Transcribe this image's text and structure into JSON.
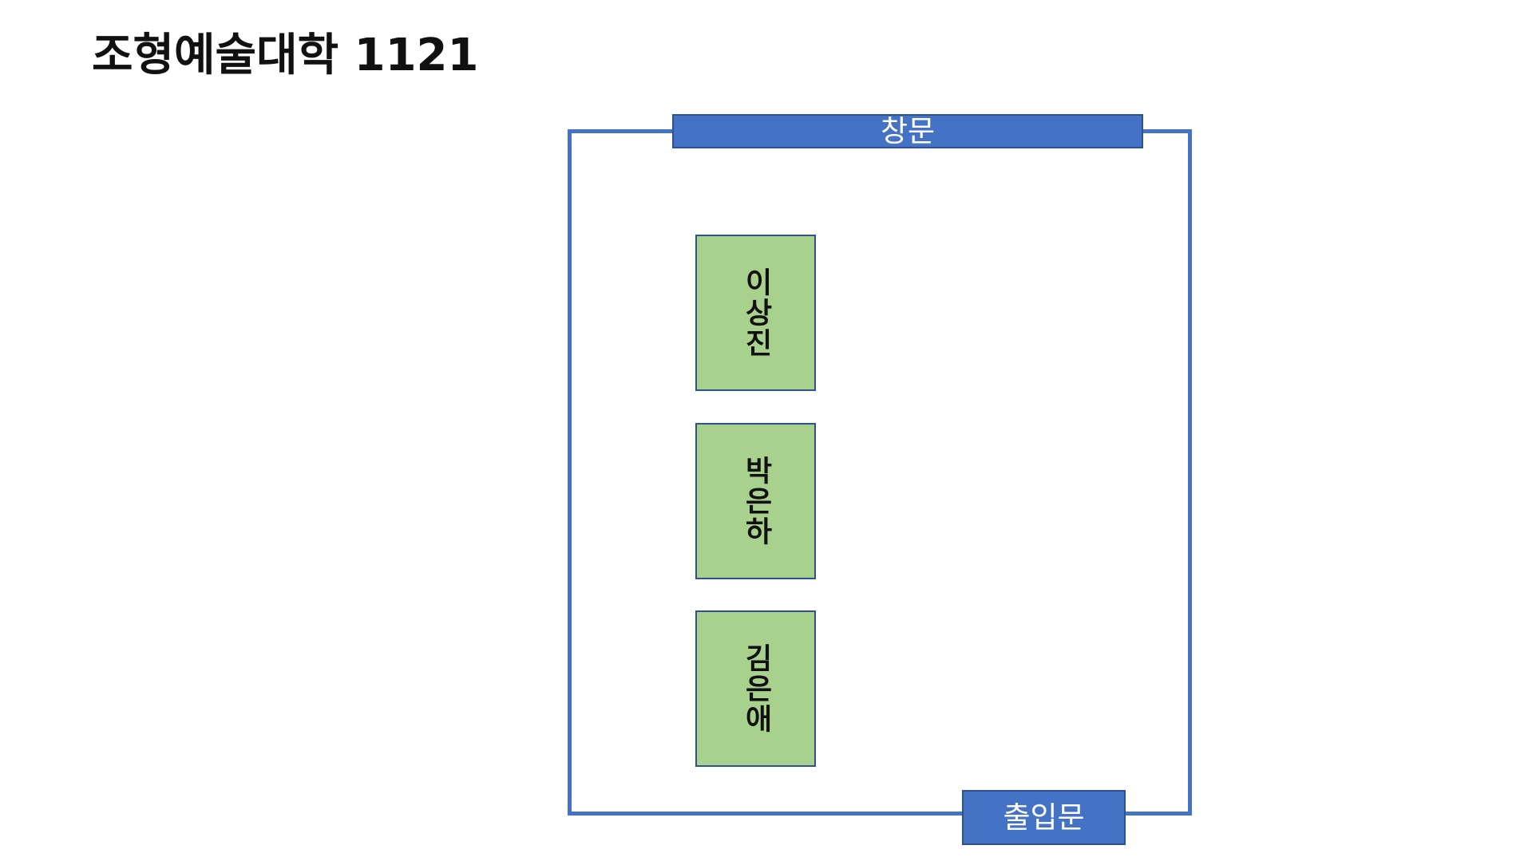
{
  "page": {
    "title": "조형예술대학 1121"
  },
  "room": {
    "window_label": "창문",
    "door_label": "출입문",
    "seats": [
      {
        "name": "이상진"
      },
      {
        "name": "박은하"
      },
      {
        "name": "김은애"
      }
    ]
  },
  "colors": {
    "wall": "#4472c4",
    "seat_fill": "#a9d18e",
    "seat_border": "#2f528f",
    "label_text": "#ffffff"
  }
}
